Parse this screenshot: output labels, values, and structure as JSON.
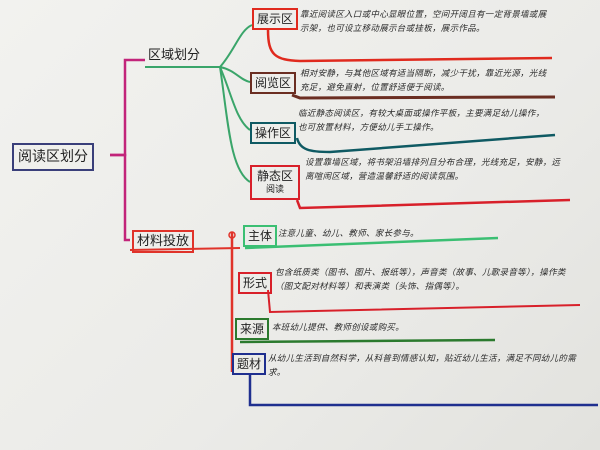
{
  "root": {
    "label": "阅读区划分",
    "color": "#3a3f7a"
  },
  "branches": [
    {
      "label": "区域划分",
      "color": "#3aa56a",
      "children": [
        {
          "label": "展示区",
          "color": "#e02a1e",
          "text": "靠近阅读区入口或中心显眼位置，空间开阔且有一定背景墙或展示架，也可设立移动展示台或挂板，展示作品。"
        },
        {
          "label": "阅览区",
          "color": "#6b2e22",
          "text": "相对安静，与其他区域有适当隔断，减少干扰，靠近光源，光线充足，避免直射，位置舒适便于阅读。"
        },
        {
          "label": "操作区",
          "color": "#0f5a63",
          "text": "临近静态阅读区，有较大桌面或操作平板，主要满足幼儿操作，也可放置材料，方便幼儿手工操作。"
        },
        {
          "label": "静态区",
          "sublabel": "阅读",
          "color": "#d8202a",
          "text": "设置靠墙区域，将书架沿墙排列且分布合理，光线充足，安静，远离喧闹区域，营造温馨舒适的阅读氛围。"
        }
      ]
    },
    {
      "label": "材料投放",
      "color": "#e0332a",
      "children": [
        {
          "label": "主体",
          "color": "#3bbf73",
          "text": "注意儿童、幼儿、教师、家长参与。"
        },
        {
          "label": "形式",
          "color": "#d8202a",
          "text": "包含纸质类（图书、图片、报纸等），声音类（故事、儿歌录音等），操作类（图文配对材料等）和表演类（头饰、指偶等）。"
        },
        {
          "label": "来源",
          "color": "#2b7a2e",
          "text": "本班幼儿提供、教师创设或购买。"
        },
        {
          "label": "题材",
          "color": "#1f2f8f",
          "text": "从幼儿生活到自然科学，从科普到情感认知，贴近幼儿生活，满足不同幼儿的需求。"
        }
      ]
    }
  ]
}
